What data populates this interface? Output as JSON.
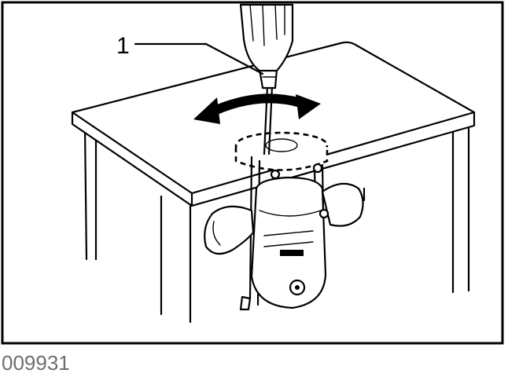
{
  "figure": {
    "callout_number": "1",
    "figure_code": "009931"
  },
  "icons": {
    "screwdriver": "screwdriver-icon",
    "rotation_arrow": "double-headed-rotation-arrow",
    "router": "router-tool",
    "table": "router-table"
  }
}
